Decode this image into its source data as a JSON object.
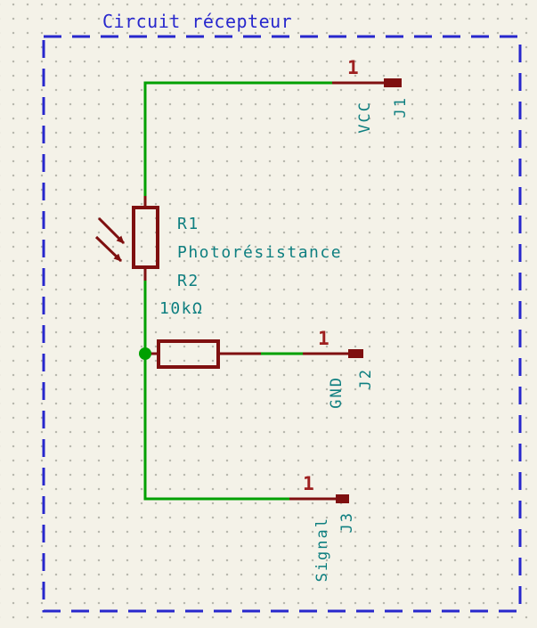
{
  "title": "Circuit récepteur",
  "colors": {
    "background": "#f4f2e8",
    "grid_dot": "#b8b8ae",
    "sheet_border_blue": "#2727cd",
    "wire_green": "#00a000",
    "component_red": "#7f1010",
    "pin_number_red": "#9e2020",
    "label_teal": "#0e7f80"
  },
  "components": {
    "r1": {
      "reference": "R1",
      "value": "Photorésistance"
    },
    "r2": {
      "reference": "R2",
      "value": "10kΩ"
    },
    "j1": {
      "reference": "J1",
      "net": "VCC",
      "pin": "1"
    },
    "j2": {
      "reference": "J2",
      "net": "GND",
      "pin": "1"
    },
    "j3": {
      "reference": "J3",
      "net": "Signal",
      "pin": "1"
    }
  }
}
